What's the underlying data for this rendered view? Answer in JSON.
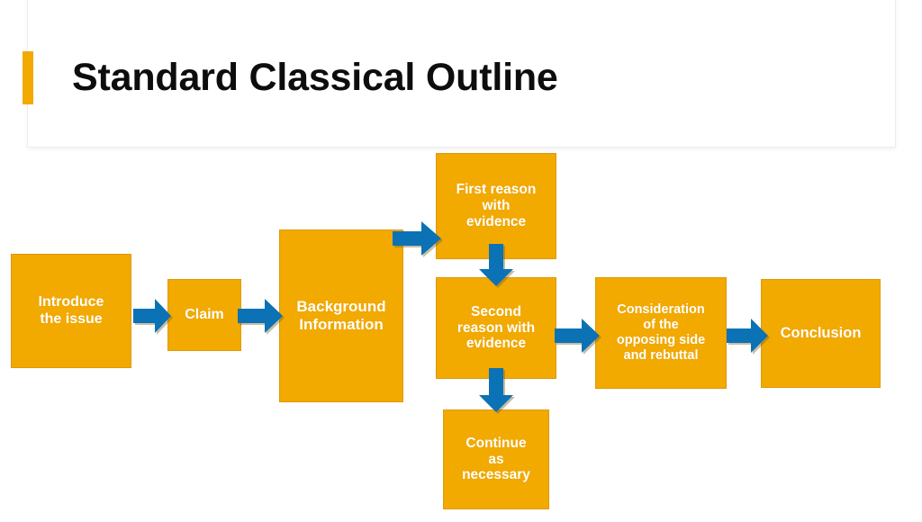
{
  "header": {
    "title": "Standard Classical Outline",
    "accent_color": "#F2A900"
  },
  "theme": {
    "box_fill": "#F2A900",
    "box_border": "#E0990A",
    "box_text": "#FFFFFF",
    "arrow_fill": "#0B72B5",
    "title_text": "#0D0D0D",
    "background": "#FFFFFF"
  },
  "diagram": {
    "type": "flowchart",
    "boxes": [
      {
        "id": "introduce",
        "label": "Introduce\nthe issue"
      },
      {
        "id": "claim",
        "label": "Claim"
      },
      {
        "id": "background",
        "label": "Background\nInformation"
      },
      {
        "id": "first",
        "label": "First reason\nwith\nevidence"
      },
      {
        "id": "second",
        "label": "Second\nreason with\nevidence"
      },
      {
        "id": "continue",
        "label": "Continue\nas\nnecessary"
      },
      {
        "id": "consider",
        "label": "Consideration\nof the\nopposing side\nand rebuttal"
      },
      {
        "id": "conclusion",
        "label": "Conclusion"
      }
    ],
    "arrows": [
      {
        "id": "introduce-claim",
        "from": "introduce",
        "to": "claim",
        "direction": "right"
      },
      {
        "id": "claim-background",
        "from": "claim",
        "to": "background",
        "direction": "right"
      },
      {
        "id": "background-first",
        "from": "background",
        "to": "first",
        "direction": "right"
      },
      {
        "id": "first-second",
        "from": "first",
        "to": "second",
        "direction": "down"
      },
      {
        "id": "second-continue",
        "from": "second",
        "to": "continue",
        "direction": "down"
      },
      {
        "id": "second-consider",
        "from": "second",
        "to": "consider",
        "direction": "right"
      },
      {
        "id": "consider-conclusion",
        "from": "consider",
        "to": "conclusion",
        "direction": "right"
      }
    ]
  }
}
